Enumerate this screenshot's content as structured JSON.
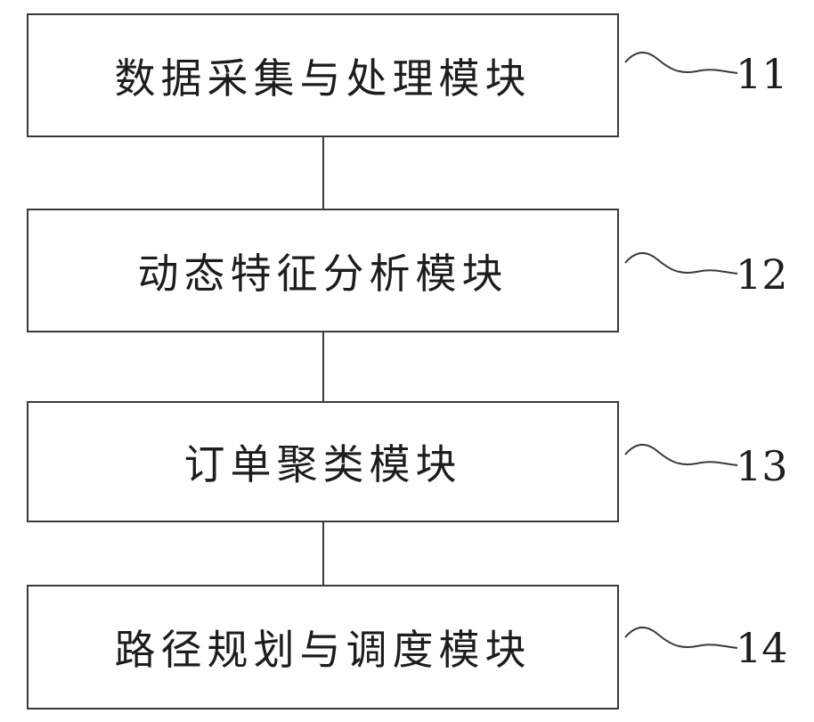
{
  "modules": [
    {
      "label": "数据采集与处理模块",
      "ref": "11"
    },
    {
      "label": "动态特征分析模块",
      "ref": "12"
    },
    {
      "label": "订单聚类模块",
      "ref": "13"
    },
    {
      "label": "路径规划与调度模块",
      "ref": "14"
    }
  ],
  "colors": {
    "line": "#3a3a3a",
    "text": "#1d1d1d",
    "background": "#ffffff"
  }
}
